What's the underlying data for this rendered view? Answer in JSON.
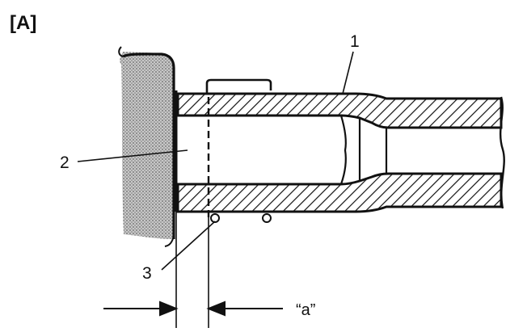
{
  "figure": {
    "panel_tag": "[A]",
    "callouts": [
      {
        "id": "1",
        "text": "1"
      },
      {
        "id": "2",
        "text": "2"
      },
      {
        "id": "3",
        "text": "3"
      }
    ],
    "dimension_label": "“a”",
    "colors": {
      "ink": "#111111",
      "stipple": "#9a9a9a",
      "background": "#ffffff"
    }
  }
}
